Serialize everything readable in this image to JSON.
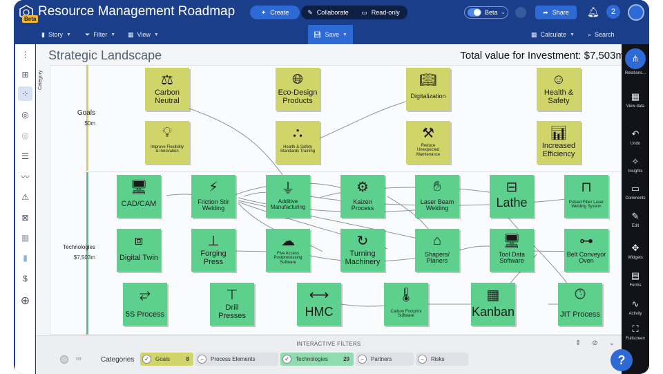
{
  "header": {
    "title": "Resource Management Roadmap",
    "badge": "Beta",
    "create_label": "Create",
    "collaborate_label": "Collaborate",
    "readonly_label": "Read-only",
    "beta_toggle_label": "Beta",
    "share_label": "Share",
    "notification_count": "2"
  },
  "toolbar": {
    "story": "Story",
    "filter": "Filter",
    "view": "View",
    "save": "Save",
    "calculate": "Calculate",
    "search": "Search"
  },
  "canvas": {
    "title": "Strategic Landscape",
    "total": "Total value for Investment: $7,503m",
    "axis_label": "Category",
    "lanes": {
      "goals": {
        "label": "Goals",
        "value": "$0m"
      },
      "technologies": {
        "label": "Technologies",
        "value": "$7,503m"
      }
    }
  },
  "goals": [
    {
      "label": "Carbon\nNeutral",
      "icon": "scales-icon"
    },
    {
      "label": "Eco-Design\nProducts",
      "icon": "globe-icon"
    },
    {
      "label": "Digitalization",
      "icon": "digital-book-icon"
    },
    {
      "label": "Health &\nSafety",
      "icon": "smiley-icon"
    },
    {
      "label": "Improve Flexibility\n& Innovation",
      "icon": "lightbulb-icon"
    },
    {
      "label": "Health & Safety\nStandards Training",
      "icon": "people-pyramid-icon"
    },
    {
      "label": "Reduce\nUnexpected\nMaintenance",
      "icon": "tools-icon"
    },
    {
      "label": "Increased\nEfficiency",
      "icon": "growth-chart-icon"
    }
  ],
  "technologies": [
    {
      "label": "CAD/CAM",
      "icon": "computer-icon"
    },
    {
      "label": "Friction Stir\nWelding",
      "icon": "welding-torch-icon"
    },
    {
      "label": "Additive\nManufacturing",
      "icon": "3d-printer-icon"
    },
    {
      "label": "Kaizen\nProcess",
      "icon": "flow-process-icon"
    },
    {
      "label": "Laser Beam\nWelding",
      "icon": "laser-hand-icon"
    },
    {
      "label": "Lathe",
      "icon": "lathe-icon"
    },
    {
      "label": "Pulsed Fiber Laser\nWelding System",
      "icon": "fiber-laser-icon"
    },
    {
      "label": "Digital Twin",
      "icon": "cube-network-icon"
    },
    {
      "label": "Forging\nPress",
      "icon": "press-icon"
    },
    {
      "label": "Five Access\nPostprocessing\nSoftware",
      "icon": "cloud-document-icon"
    },
    {
      "label": "Turning\nMachinery",
      "icon": "circular-arrow-icon"
    },
    {
      "label": "Shapers/\nPlaners",
      "icon": "phone-gear-icon"
    },
    {
      "label": "Tool Data\nSoftware",
      "icon": "monitor-box-icon"
    },
    {
      "label": "Belt Conveyor\nOven",
      "icon": "conveyor-icon"
    },
    {
      "label": "5S Process",
      "icon": "route-icon"
    },
    {
      "label": "Drill\nPresses",
      "icon": "drill-press-icon"
    },
    {
      "label": "HMC",
      "icon": "double-arrow-icon"
    },
    {
      "label": "Carbon Footprint\nSoftware",
      "icon": "thermometer-icon"
    },
    {
      "label": "Kanban",
      "icon": "kanban-board-icon"
    },
    {
      "label": "JIT Process",
      "icon": "clock-icon"
    }
  ],
  "filters": {
    "title": "INTERACTIVE FILTERS",
    "label": "Categories",
    "chips": [
      {
        "label": "Goals",
        "count": "8"
      },
      {
        "label": "Process Elements",
        "count": ""
      },
      {
        "label": "Technologies",
        "count": "20"
      },
      {
        "label": "Partners",
        "count": ""
      },
      {
        "label": "Risks",
        "count": ""
      }
    ]
  },
  "rightbar": {
    "relations": "Relations...",
    "view_data": "View data",
    "undo": "Undo",
    "insights": "Insights",
    "comments": "Comments",
    "edit": "Edit",
    "widgets": "Widgets",
    "forms": "Forms",
    "activity": "Activity",
    "fullscreen": "Fullscreen",
    "help": "?"
  },
  "colors": {
    "brand": "#1b3e8a",
    "accent": "#2d6ad6",
    "goal": "#d0d56a",
    "technology": "#5ed08e"
  }
}
